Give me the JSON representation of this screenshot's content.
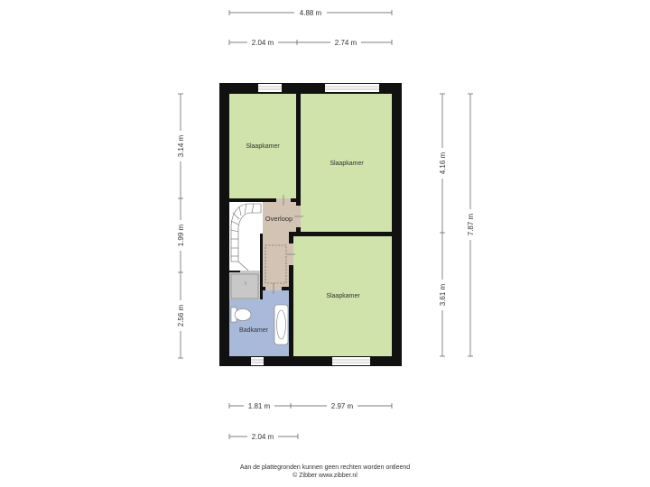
{
  "dimensions": {
    "top_total": "4.88 m",
    "top_left": "2.04 m",
    "top_right": "2.74 m",
    "left_top": "3.14 m",
    "left_middle": "1.99 m",
    "left_bottom": "2.56 m",
    "right_top": "4.16 m",
    "right_bottom": "3.61 m",
    "right_total": "7.87 m",
    "bottom_left": "1.81 m",
    "bottom_right": "2.97 m",
    "bottom_total": "2.04 m"
  },
  "rooms": {
    "bedroom_top_left": "Slaapkamer",
    "bedroom_top_right": "Slaapkamer",
    "bedroom_bottom_right": "Slaapkamer",
    "landing": "Overloop",
    "bathroom": "Badkamer"
  },
  "footer": {
    "line1": "Aan de plattegronden kunnen geen rechten worden ontleend",
    "line2": "© Zibber www.zibber.nl"
  },
  "colors": {
    "bedroom": "#cfe3ab",
    "landing": "#d2c3b3",
    "bathroom": "#a9b9d9",
    "storage": "#c8c8c8",
    "wall": "#111111"
  }
}
